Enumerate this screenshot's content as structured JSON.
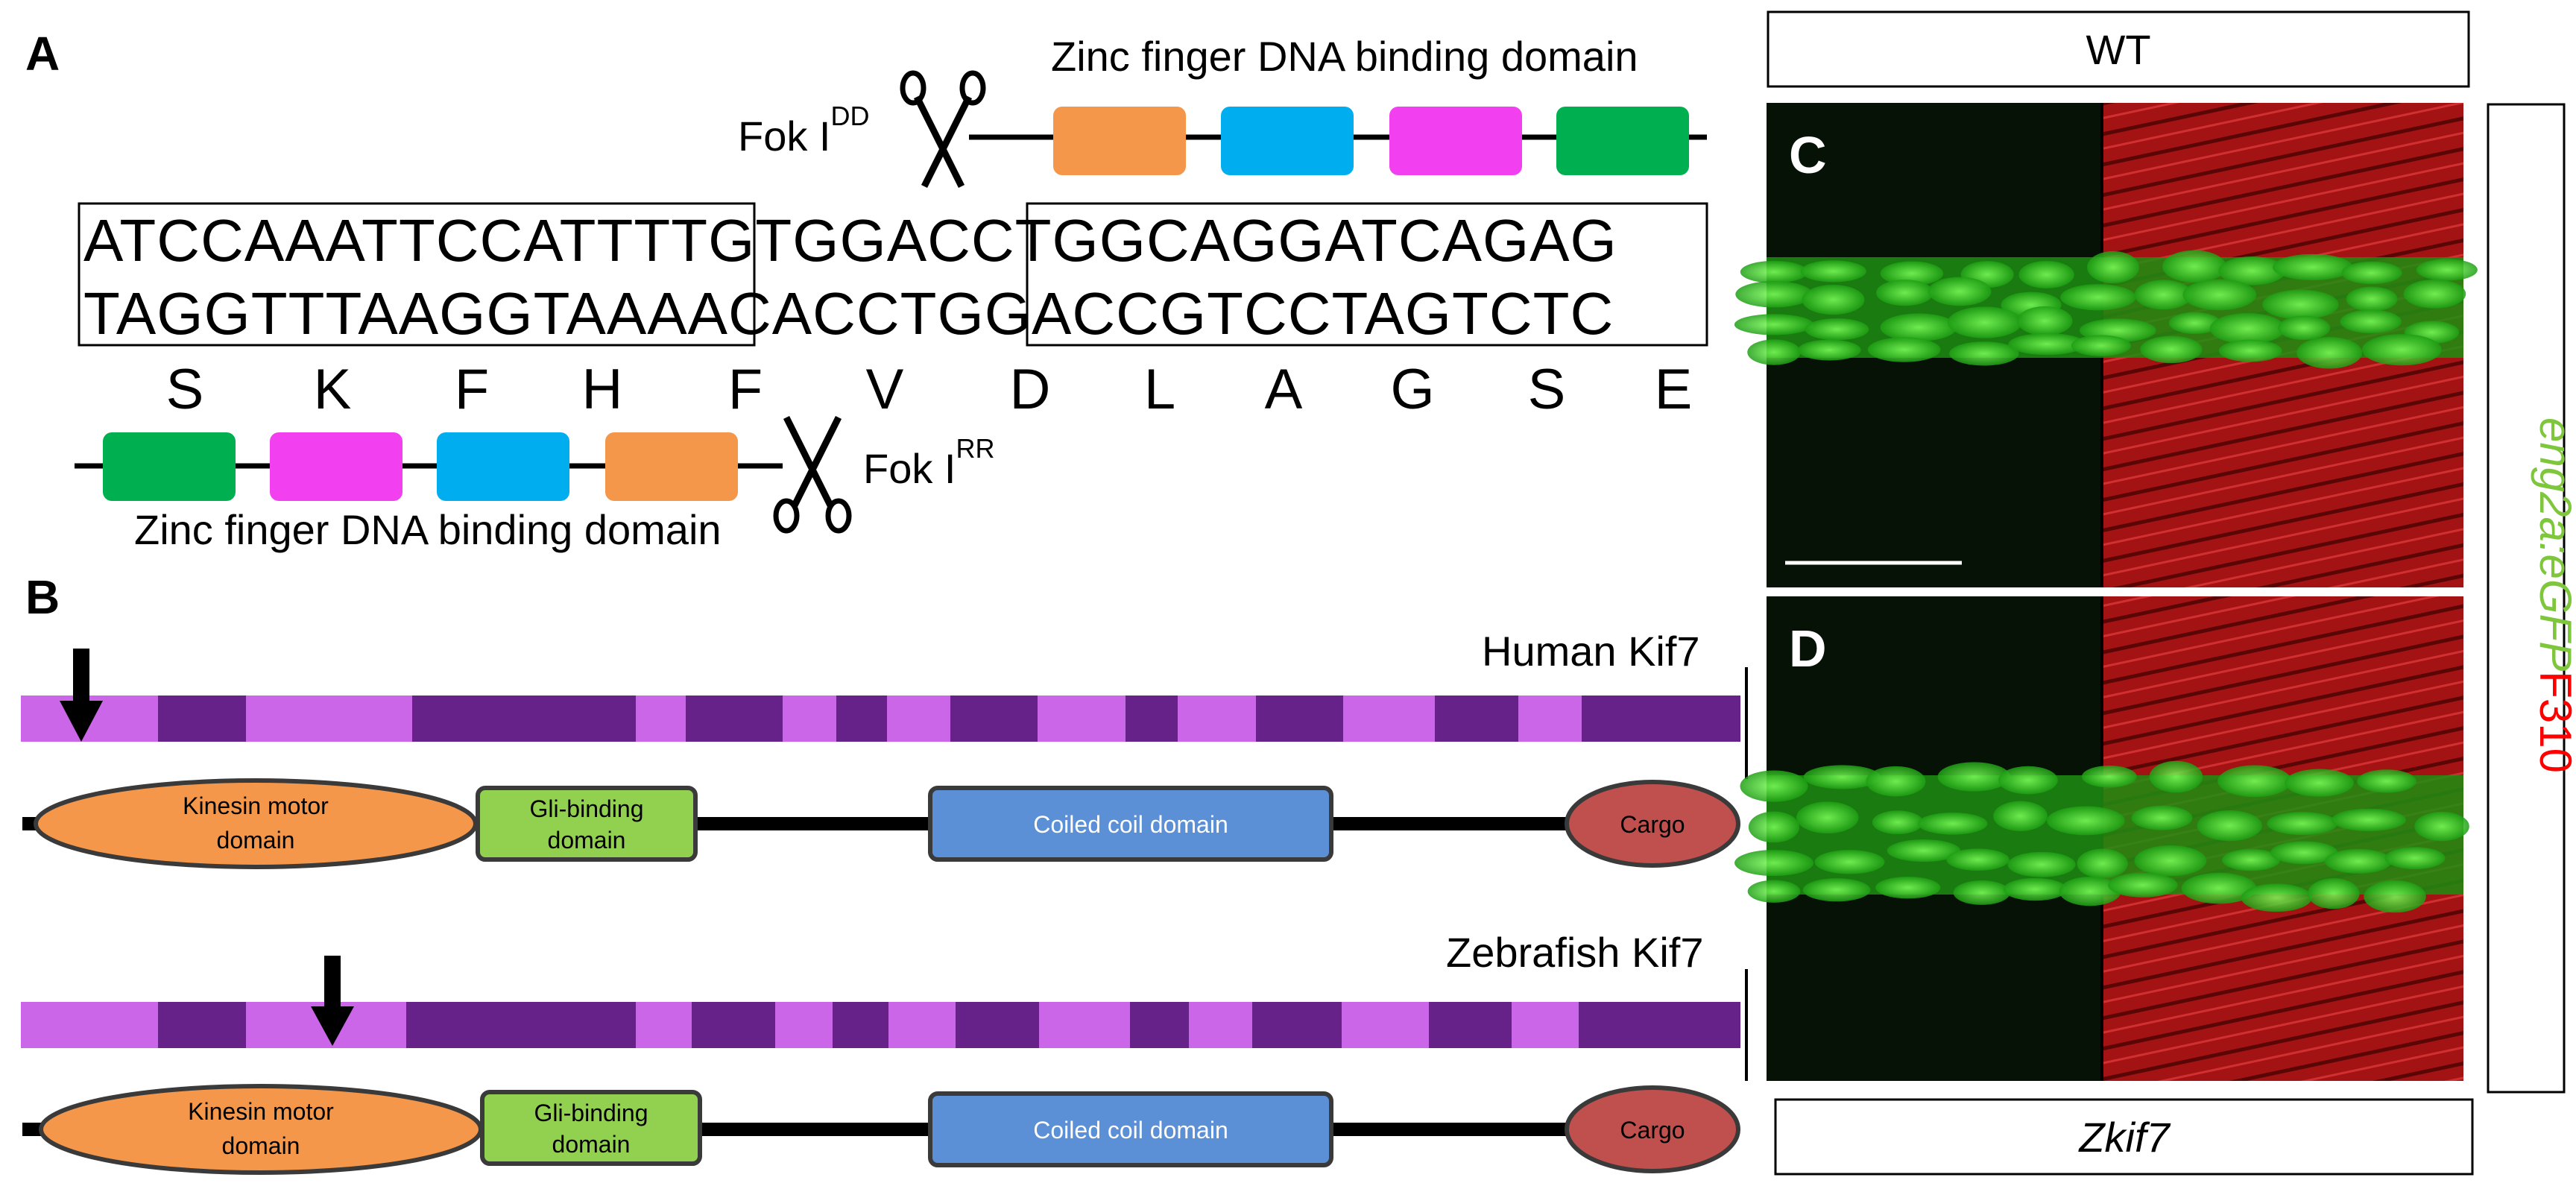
{
  "panels": {
    "a": "A",
    "b": "B",
    "c": "C",
    "d": "D"
  },
  "panel_a": {
    "fok_top": "Fok I",
    "fok_top_sup": "DD",
    "fok_bottom": "Fok I",
    "fok_bottom_sup": "RR",
    "zf_label_top": "Zinc finger DNA binding domain",
    "zf_label_bottom": "Zinc finger DNA binding domain",
    "seq_top": [
      "ATCCAAATTCCATTTT",
      "GTGGAC",
      "CTGGCAGGATCAGAG"
    ],
    "seq_bottom": [
      "TAGGTTTAAGGTAAAA",
      "CACCTG",
      "GACCGTCCTAGTCTC"
    ],
    "amino_acids": [
      "S",
      "K",
      "F",
      "H",
      "F",
      "V",
      "D",
      "L",
      "A",
      "G",
      "S",
      "E"
    ],
    "zf_colors_top": [
      "#f4974b",
      "#00aeef",
      "#f23ff0",
      "#00b050"
    ],
    "zf_colors_bottom": [
      "#00b050",
      "#f23ff0",
      "#00aeef",
      "#f4974b"
    ]
  },
  "panel_b": {
    "human_title": "Human Kif7",
    "zebrafish_title": "Zebrafish Kif7",
    "exon_light": "#cc66e8",
    "exon_dark": "#662288",
    "domains": {
      "kinesin": [
        "Kinesin motor",
        "domain"
      ],
      "gli": [
        "Gli-binding",
        "domain"
      ],
      "coiled": "Coiled coil domain",
      "cargo": "Cargo"
    },
    "domain_colors": {
      "kinesin": "#f4974b",
      "gli": "#92d050",
      "coiled": "#5b8fd6",
      "cargo": "#c0504d"
    }
  },
  "panel_cd": {
    "wt_label": "WT",
    "mutant_label": "Zkif7",
    "side_label_green": "eng2a:eGFP",
    "side_label_red": "F310",
    "green_color": "#7ec73c",
    "red_color": "#ff0000"
  }
}
